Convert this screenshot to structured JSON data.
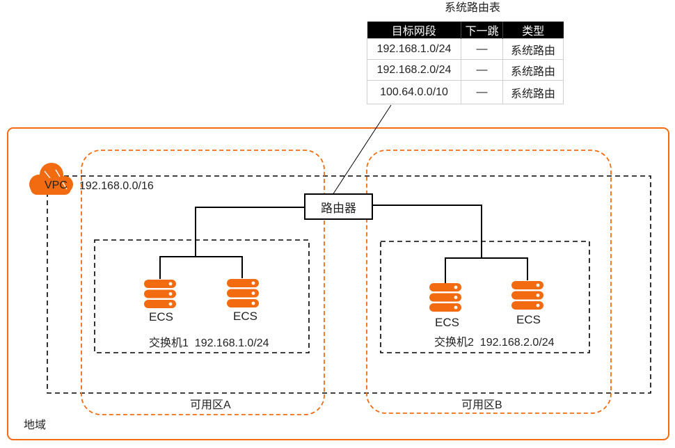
{
  "route_table": {
    "title": "系统路由表",
    "headers": [
      "目标网段",
      "下一跳",
      "类型"
    ],
    "rows": [
      [
        "192.168.1.0/24",
        "—",
        "系统路由"
      ],
      [
        "192.168.2.0/24",
        "—",
        "系统路由"
      ],
      [
        "100.64.0.0/10",
        "—",
        "系统路由"
      ]
    ]
  },
  "region": {
    "label": "地域"
  },
  "vpc": {
    "label": "VPC",
    "cidr": "192.168.0.0/16"
  },
  "router": {
    "label": "路由器"
  },
  "zones": [
    {
      "label": "可用区A"
    },
    {
      "label": "可用区B"
    }
  ],
  "switches": [
    {
      "label": "交换机1  192.168.1.0/24"
    },
    {
      "label": "交换机2  192.168.2.0/24"
    }
  ],
  "ecs_label": "ECS",
  "colors": {
    "accent": "#f26b10",
    "line": "#000000",
    "table_header": "#000000"
  },
  "icons": [
    "cloud-icon",
    "server-icon"
  ]
}
